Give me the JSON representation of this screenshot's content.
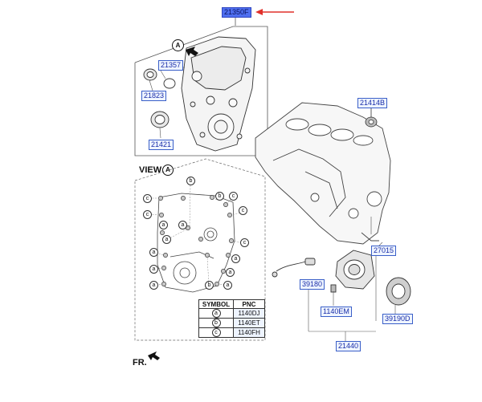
{
  "labels": {
    "main_part": "21350F",
    "oil_seal_cover": "21357",
    "o_ring": "21823",
    "seal_front": "21421",
    "gasket_top": "21414B",
    "block_right": "27015",
    "sensor": "39180",
    "bolt": "1140EM",
    "target_wheel": "39190D",
    "seal_case": "21440"
  },
  "view": {
    "title": "VIEW",
    "letter": "A"
  },
  "callouts": {
    "a": "a",
    "b": "b",
    "c": "c"
  },
  "legend": {
    "header_symbol": "SYMBOL",
    "header_pnc": "PNC",
    "rows": [
      {
        "symbol": "a",
        "pnc": "1140DJ"
      },
      {
        "symbol": "b",
        "pnc": "1140ET"
      },
      {
        "symbol": "c",
        "pnc": "1140FH"
      }
    ]
  },
  "front_mark": "FR.",
  "colors": {
    "highlight": "#4f6ff0",
    "arrow": "#e0302a",
    "link": "#1a2ea8"
  }
}
